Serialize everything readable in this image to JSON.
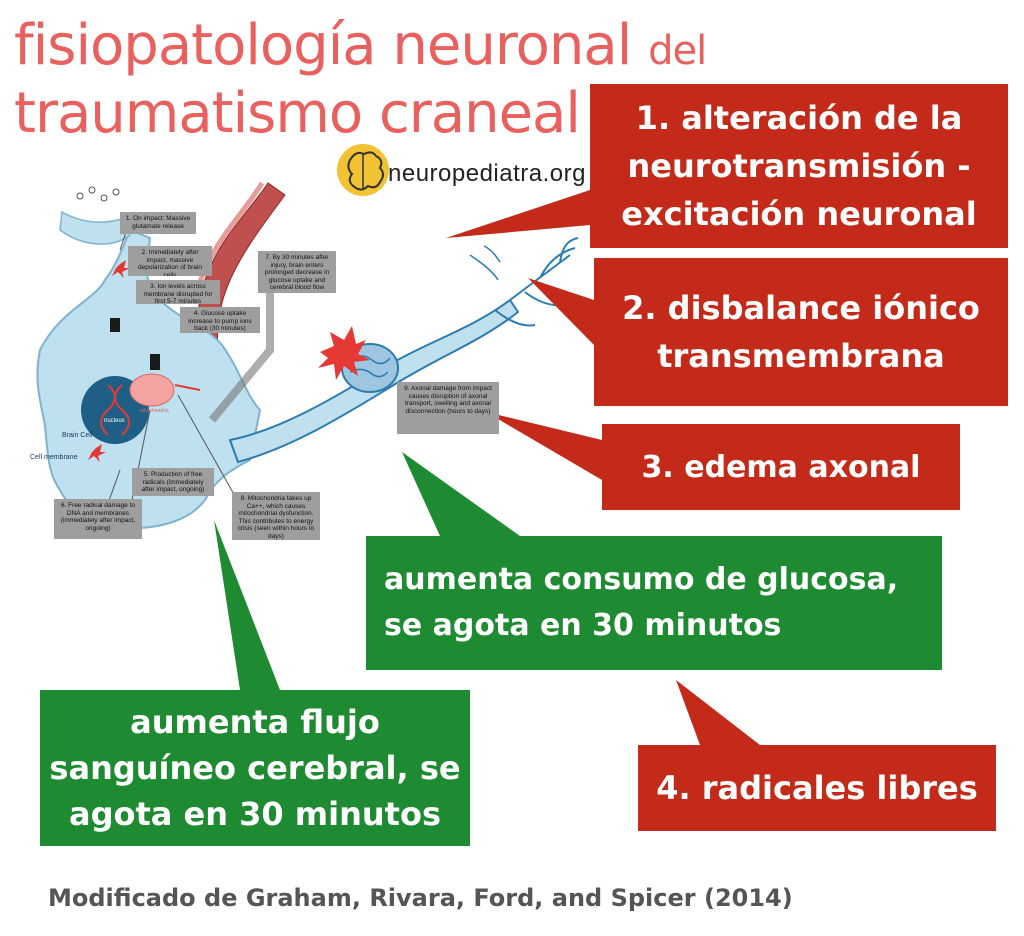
{
  "title": {
    "line1_main": "fisiopatología neuronal",
    "line1_small": "del",
    "line2": "traumatismo craneal"
  },
  "logo": {
    "text": "neuropediatra.org",
    "icon": "brain-icon"
  },
  "callouts": {
    "c1": [
      "1. alteración de la",
      "neurotransmisión -",
      "excitación neuronal"
    ],
    "c2": [
      "2. disbalance iónico",
      "transmembrana"
    ],
    "c3": [
      "3. edema axonal"
    ],
    "c4": [
      "aumenta consumo de glucosa,",
      "se agota en 30 minutos"
    ],
    "c5": [
      "aumenta flujo",
      "sanguíneo cerebral, se",
      "agota en 30 minutos"
    ],
    "c6": [
      "4. radicales libres"
    ]
  },
  "diagram_labels": {
    "l1": "1. On impact: Massive glutamate release",
    "l2": "2. Immediately after impact, massive depolarization of brain cells",
    "l3": "3. Ion levels across membrane disrupted for first 5-7 minutes",
    "l4": "4. Glucose uptake increase to pump ions back (30 minutes)",
    "l7": "7. By 30 minutes after injury, brain enters prolonged decrease in glucose uptake and cerebral blood flow",
    "l9": "9. Axonal damage from impact causes disruption of axonal transport, swelling and axonal disconnection (hours to days)",
    "l5": "5. Production of free radicals (immediately after impact, ongoing)",
    "l6": "6. Free radical damage to DNA and membranes (immediately after impact, ongoing)",
    "l8": "8. Mitochondria takes up Ca++, which causes mitochondrial dysfunction. This contributes to energy crisis (seen within hours to days)",
    "brain_cell": "Brain Cell",
    "cell_membrane": "Cell membrane",
    "nucleus": "nucleus",
    "mitochondria": "mitochondria"
  },
  "credit": "Modificado de Graham, Rivara, Ford, and Spicer (2014)",
  "colors": {
    "title": "#e8615e",
    "red_box": "#c42a19",
    "green_box": "#1e8a32",
    "cell": "#bfe0ef"
  }
}
